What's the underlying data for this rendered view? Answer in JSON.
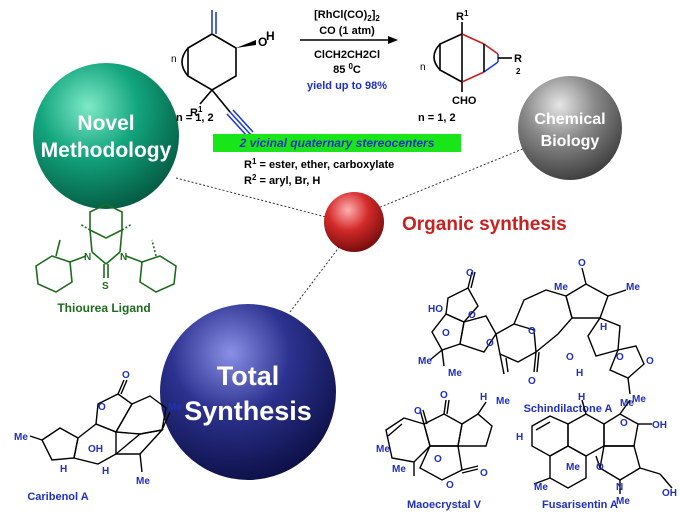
{
  "hub": {
    "label": "Organic synthesis",
    "color": "#cc1f1f"
  },
  "spheres": {
    "methodology": {
      "line1": "Novel",
      "line2": "Methodology",
      "color": "#10a37f"
    },
    "biology": {
      "line1": "Chemical",
      "line2": "Biology",
      "color": "#777777"
    },
    "synthesis": {
      "line1": "Total",
      "line2": "Synthesis",
      "color": "#2a2f86"
    }
  },
  "reaction": {
    "catalyst_main": "[RhCl(CO)",
    "catalyst_sub1": "2",
    "catalyst_bracket": "]",
    "catalyst_sub2": "2",
    "co": "CO (1 atm)",
    "solvent": "ClCH2CH2Cl",
    "temperature": "85 ",
    "temperature_sup": "0",
    "temperature_unit": "C",
    "yield": "yield up to 98%",
    "yield_color": "#1f2fc0",
    "n_left": "n = 1, 2",
    "n_right": "n = 1, 2",
    "highlight": "2 vicinal quaternary stereocenters",
    "highlight_bg": "#19e619",
    "r1_def": "R",
    "r1_sup": "1",
    "r1_text": " = ester, ether, carboxylate",
    "r2_def": "R",
    "r2_sup": "2",
    "r2_text": " = aryl, Br, H"
  },
  "structure_labels": {
    "n": "n",
    "oh": "O",
    "h": "H",
    "r1": "R",
    "r1_sup": "1",
    "r2": "R",
    "r2_sup": "2",
    "cho": "CHO",
    "r1p": "R",
    "r1p_sup": "1",
    "r2p": "R",
    "r2p_sub": "2"
  },
  "ligand": {
    "label": "Thiourea Ligand",
    "label_color": "#1e6b1e",
    "n1": "N",
    "n2": "N",
    "s": "S"
  },
  "molecules": [
    {
      "name": "Schindilactone A"
    },
    {
      "name": "Caribenol A"
    },
    {
      "name": "Maoecrystal V"
    },
    {
      "name": "Fusarisentin A"
    }
  ],
  "atoms": {
    "o": "O",
    "oh": "OH",
    "ho": "HO",
    "h": "H",
    "me": "Me",
    "n": "N"
  }
}
